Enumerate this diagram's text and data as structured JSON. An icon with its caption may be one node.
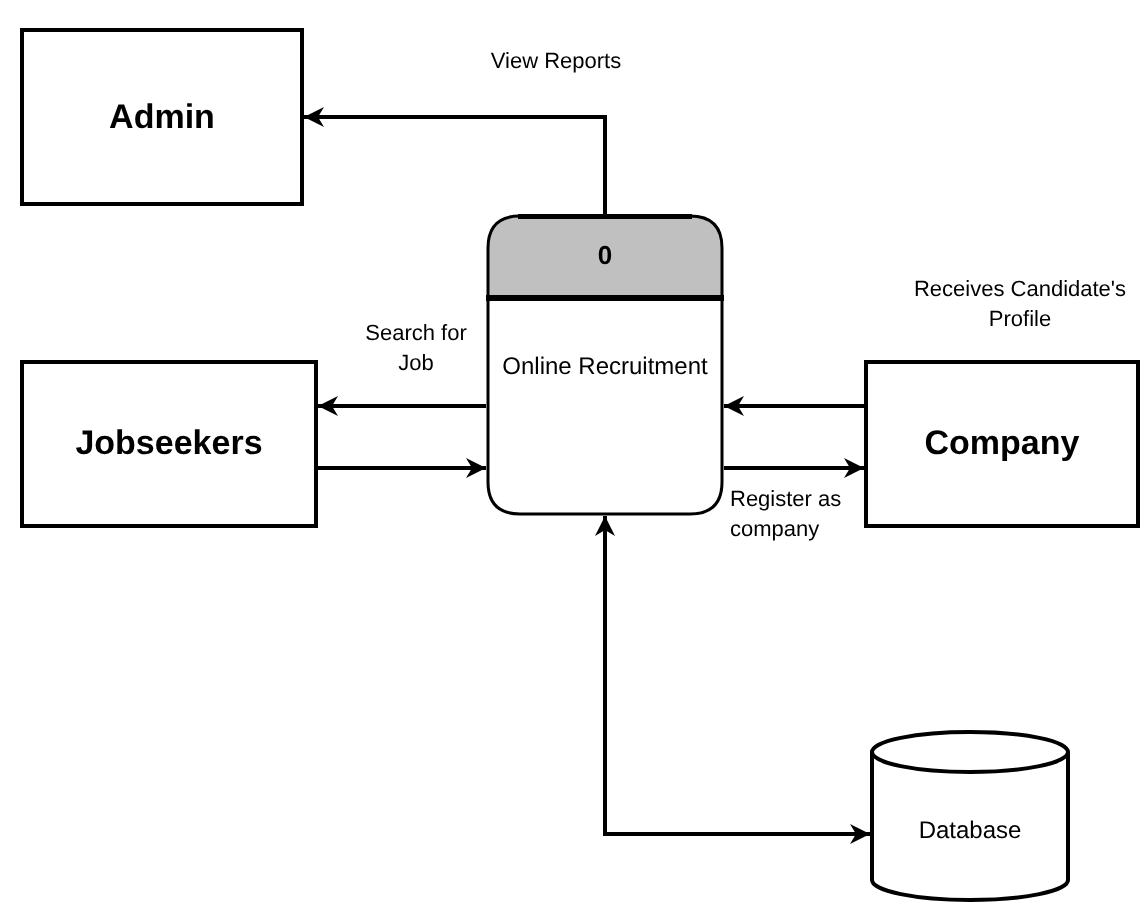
{
  "diagram": {
    "nodes": [
      {
        "text": [
          "Admin"
        ]
      },
      {
        "text": [
          "0",
          "Online Recruitment"
        ]
      },
      {
        "text": [
          "Jobseekers"
        ]
      },
      {
        "text": [
          "Company"
        ]
      },
      {
        "text": [
          "Database"
        ]
      }
    ],
    "edges": [
      {
        "from": 1,
        "to": 0,
        "arrow": "to",
        "label": "View Reports"
      },
      {
        "from": 1,
        "to": 2,
        "arrow": "to",
        "label": "Search for Job"
      },
      {
        "from": 2,
        "to": 1,
        "arrow": "to"
      },
      {
        "from": 3,
        "to": 1,
        "arrow": "to",
        "label": "Receives Candidate's Profile"
      },
      {
        "from": 1,
        "to": 3,
        "arrow": "to",
        "label": "Register as company"
      },
      {
        "from": 1,
        "to": 4,
        "arrow": "both"
      }
    ]
  }
}
